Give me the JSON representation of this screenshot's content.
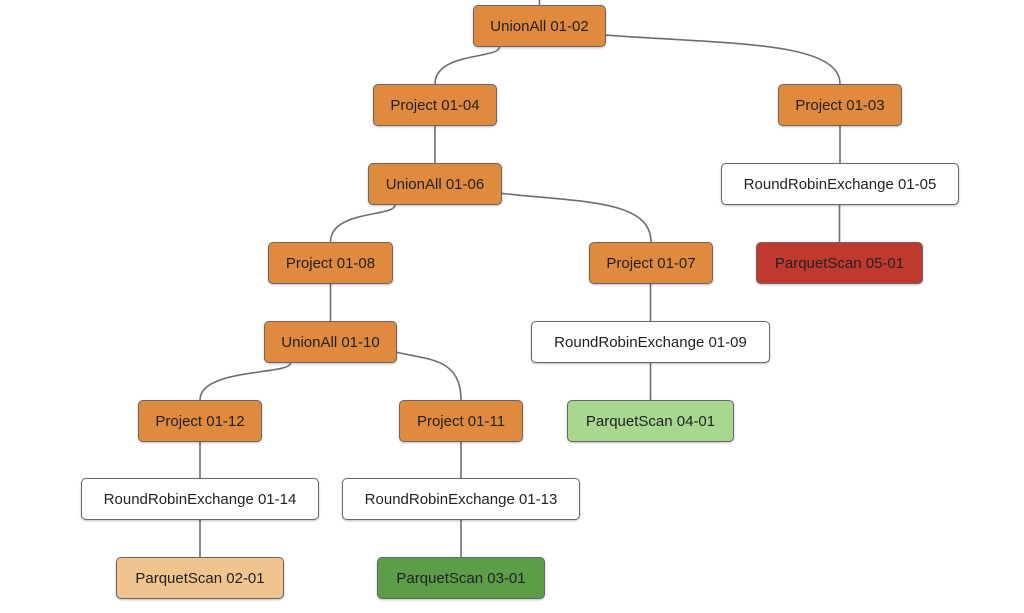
{
  "nodes": [
    {
      "id": "n0102",
      "label": "UnionAll 01-02",
      "fill": "#e08a3f"
    },
    {
      "id": "n0104",
      "label": "Project 01-04",
      "fill": "#e08a3f"
    },
    {
      "id": "n0103",
      "label": "Project 01-03",
      "fill": "#e08a3f"
    },
    {
      "id": "n0106",
      "label": "UnionAll 01-06",
      "fill": "#e08a3f"
    },
    {
      "id": "n0105",
      "label": "RoundRobinExchange 01-05",
      "fill": "#ffffff"
    },
    {
      "id": "n0108",
      "label": "Project 01-08",
      "fill": "#e08a3f"
    },
    {
      "id": "n0107",
      "label": "Project 01-07",
      "fill": "#e08a3f"
    },
    {
      "id": "n0501",
      "label": "ParquetScan 05-01",
      "fill": "#c0392f"
    },
    {
      "id": "n0110",
      "label": "UnionAll 01-10",
      "fill": "#e08a3f"
    },
    {
      "id": "n0109",
      "label": "RoundRobinExchange 01-09",
      "fill": "#ffffff"
    },
    {
      "id": "n0112",
      "label": "Project 01-12",
      "fill": "#e08a3f"
    },
    {
      "id": "n0111",
      "label": "Project 01-11",
      "fill": "#e08a3f"
    },
    {
      "id": "n0401",
      "label": "ParquetScan 04-01",
      "fill": "#a8d890"
    },
    {
      "id": "n0114",
      "label": "RoundRobinExchange 01-14",
      "fill": "#ffffff"
    },
    {
      "id": "n0113",
      "label": "RoundRobinExchange 01-13",
      "fill": "#ffffff"
    },
    {
      "id": "n0201",
      "label": "ParquetScan 02-01",
      "fill": "#f0c48e"
    },
    {
      "id": "n0301",
      "label": "ParquetScan 03-01",
      "fill": "#5c9e48"
    }
  ],
  "edges": [
    [
      "n0102",
      "n0104"
    ],
    [
      "n0102",
      "n0103"
    ],
    [
      "n0104",
      "n0106"
    ],
    [
      "n0103",
      "n0105"
    ],
    [
      "n0106",
      "n0108"
    ],
    [
      "n0106",
      "n0107"
    ],
    [
      "n0105",
      "n0501"
    ],
    [
      "n0108",
      "n0110"
    ],
    [
      "n0107",
      "n0109"
    ],
    [
      "n0110",
      "n0112"
    ],
    [
      "n0110",
      "n0111"
    ],
    [
      "n0109",
      "n0401"
    ],
    [
      "n0112",
      "n0114"
    ],
    [
      "n0111",
      "n0113"
    ],
    [
      "n0114",
      "n0201"
    ],
    [
      "n0113",
      "n0301"
    ]
  ]
}
